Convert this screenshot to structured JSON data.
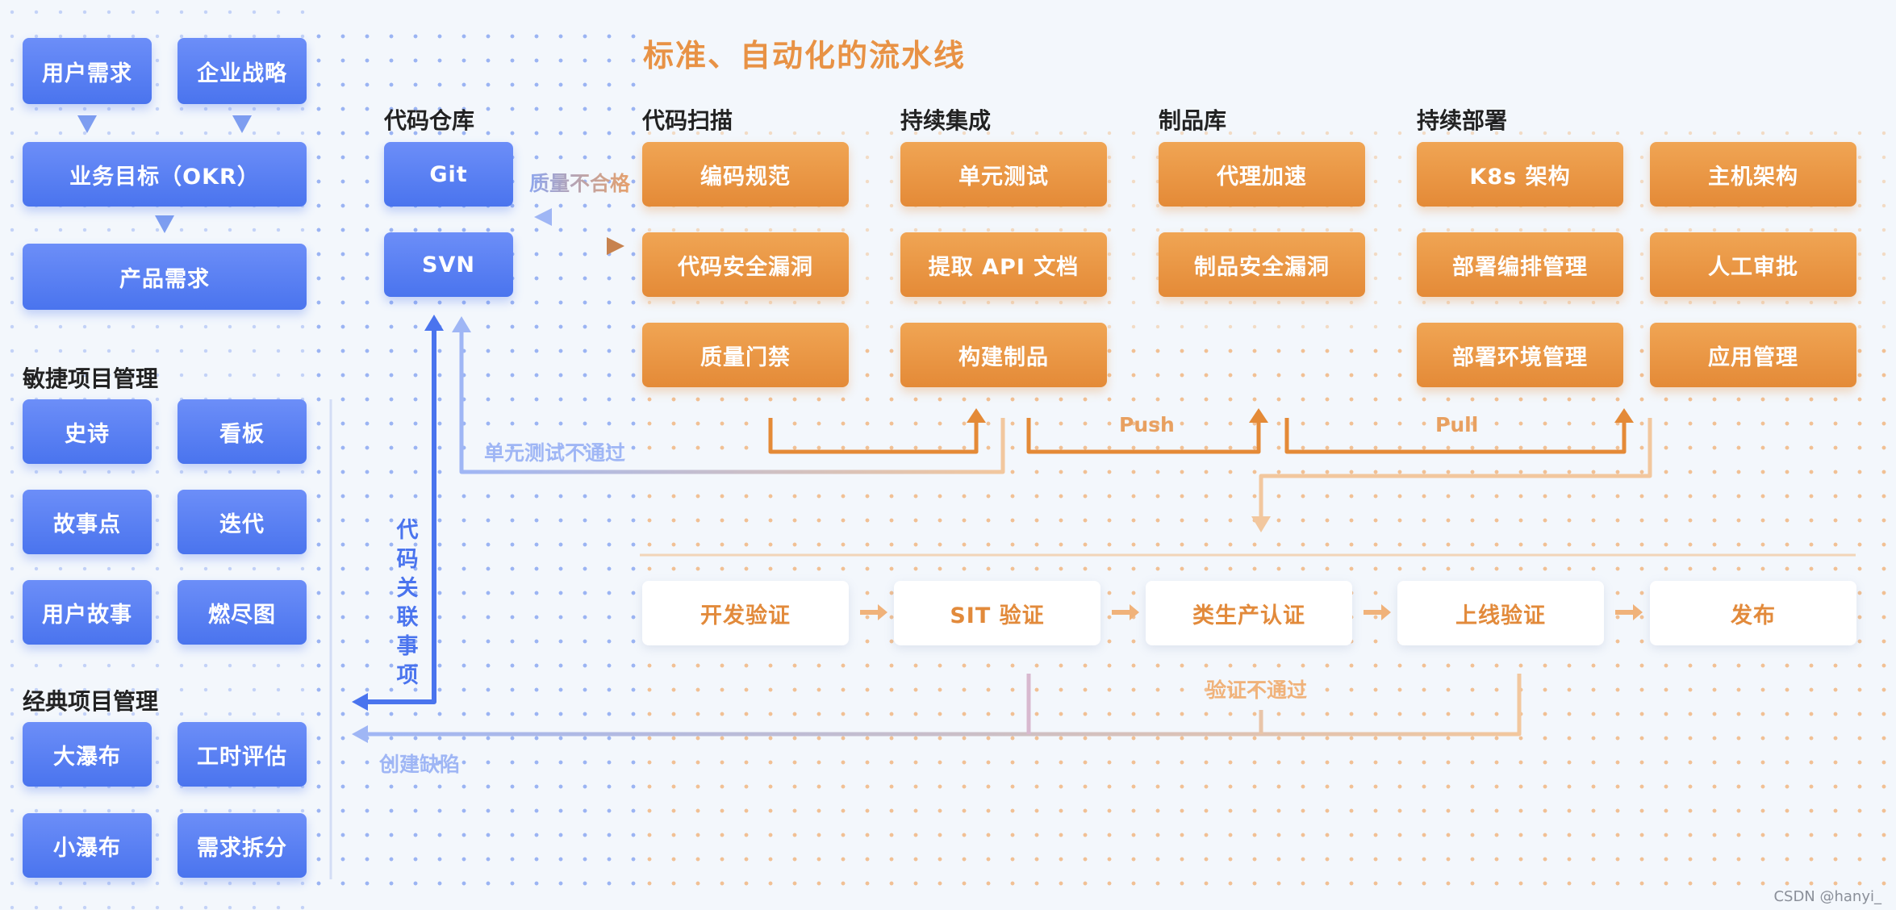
{
  "title": "标准、自动化的流水线",
  "requirements": {
    "user_demand": "用户需求",
    "enterprise_strategy": "企业战略",
    "business_goal": "业务目标（OKR）",
    "product_demand": "产品需求"
  },
  "agile": {
    "heading": "敏捷项目管理",
    "items": [
      "史诗",
      "看板",
      "故事点",
      "迭代",
      "用户故事",
      "燃尽图"
    ]
  },
  "classic": {
    "heading": "经典项目管理",
    "items": [
      "大瀑布",
      "工时评估",
      "小瀑布",
      "需求拆分"
    ]
  },
  "repo": {
    "heading": "代码仓库",
    "items": [
      "Git",
      "SVN"
    ]
  },
  "scan": {
    "heading": "代码扫描",
    "items": [
      "编码规范",
      "代码安全漏洞",
      "质量门禁"
    ]
  },
  "ci": {
    "heading": "持续集成",
    "items": [
      "单元测试",
      "提取 API 文档",
      "构建制品"
    ]
  },
  "artifact": {
    "heading": "制品库",
    "items": [
      "代理加速",
      "制品安全漏洞"
    ]
  },
  "cd": {
    "heading": "持续部署",
    "col1": [
      "K8s 架构",
      "部署编排管理",
      "部署环境管理"
    ],
    "col2": [
      "主机架构",
      "人工审批",
      "应用管理"
    ]
  },
  "verify": {
    "items": [
      "开发验证",
      "SIT 验证",
      "类生产认证",
      "上线验证",
      "发布"
    ]
  },
  "annotations": {
    "quality_fail": "质量不合格",
    "unit_test_fail": "单元测试不通过",
    "push": "Push",
    "pull": "Pull",
    "verify_fail": "验证不通过",
    "create_defect": "创建缺陷",
    "code_link": "代码关联事项"
  },
  "watermark": "CSDN @hanyi_",
  "colors": {
    "blue": "#4a74ee",
    "orange": "#e48a37",
    "title": "#e89245"
  }
}
